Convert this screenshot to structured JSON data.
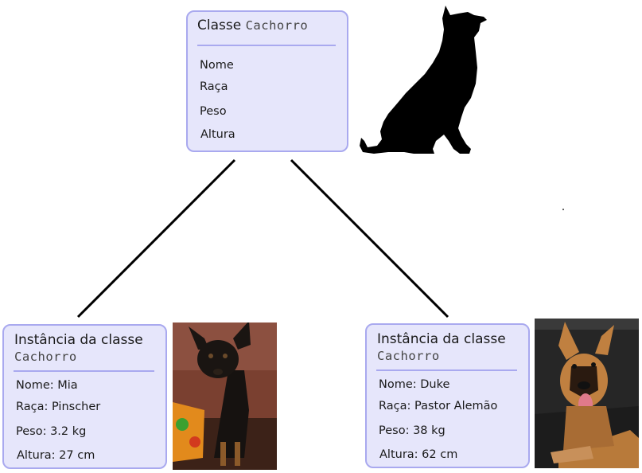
{
  "class_card": {
    "title_prefix": "Classe",
    "class_name": "Cachorro",
    "attributes": [
      "Nome",
      "Raça",
      "Peso",
      "Altura"
    ]
  },
  "instances": [
    {
      "title": "Instância da classe",
      "class_name": "Cachorro",
      "attributes": [
        "Nome: Mia",
        "Raça: Pinscher",
        "Peso: 3.2 kg",
        "Altura: 27 cm"
      ]
    },
    {
      "title": "Instância da classe",
      "class_name": "Cachorro",
      "attributes": [
        "Nome: Duke",
        "Raça: Pastor Alemão",
        "Peso: 38 kg",
        "Altura: 62 cm"
      ]
    }
  ],
  "images": {
    "silhouette": "dog-silhouette-icon",
    "photo_left": "pinscher-photo",
    "photo_right": "german-shepherd-photo"
  },
  "colors": {
    "card_fill": "#e6e6fb",
    "card_border": "#a9a9ef",
    "connector": "#000000"
  }
}
